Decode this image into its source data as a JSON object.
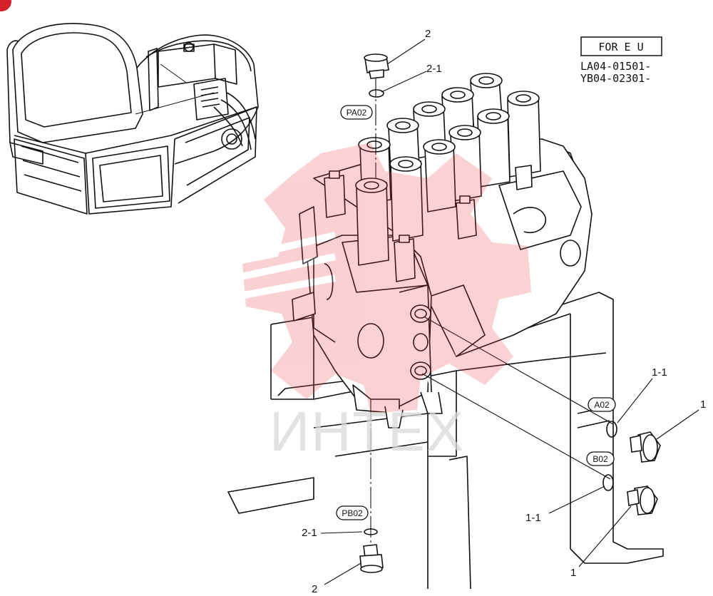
{
  "applicability": {
    "region_label": "FOR E U",
    "serial_1": "LA04-01501-",
    "serial_2": "YB04-02301-"
  },
  "port_labels": {
    "pa02": "PA02",
    "pb02": "PB02",
    "a02": "A02",
    "b02": "B02"
  },
  "callouts": {
    "plug_top": "2",
    "oring_top": "2-1",
    "oring_a": "1-1",
    "plug_a": "1",
    "oring_b": "1-1",
    "plug_b": "1",
    "oring_bottom": "2-1",
    "plug_bottom": "2"
  },
  "watermark": {
    "text": "ИНТЕХ",
    "color": "#e8323c"
  },
  "corner_badge_color": "#d6202a"
}
